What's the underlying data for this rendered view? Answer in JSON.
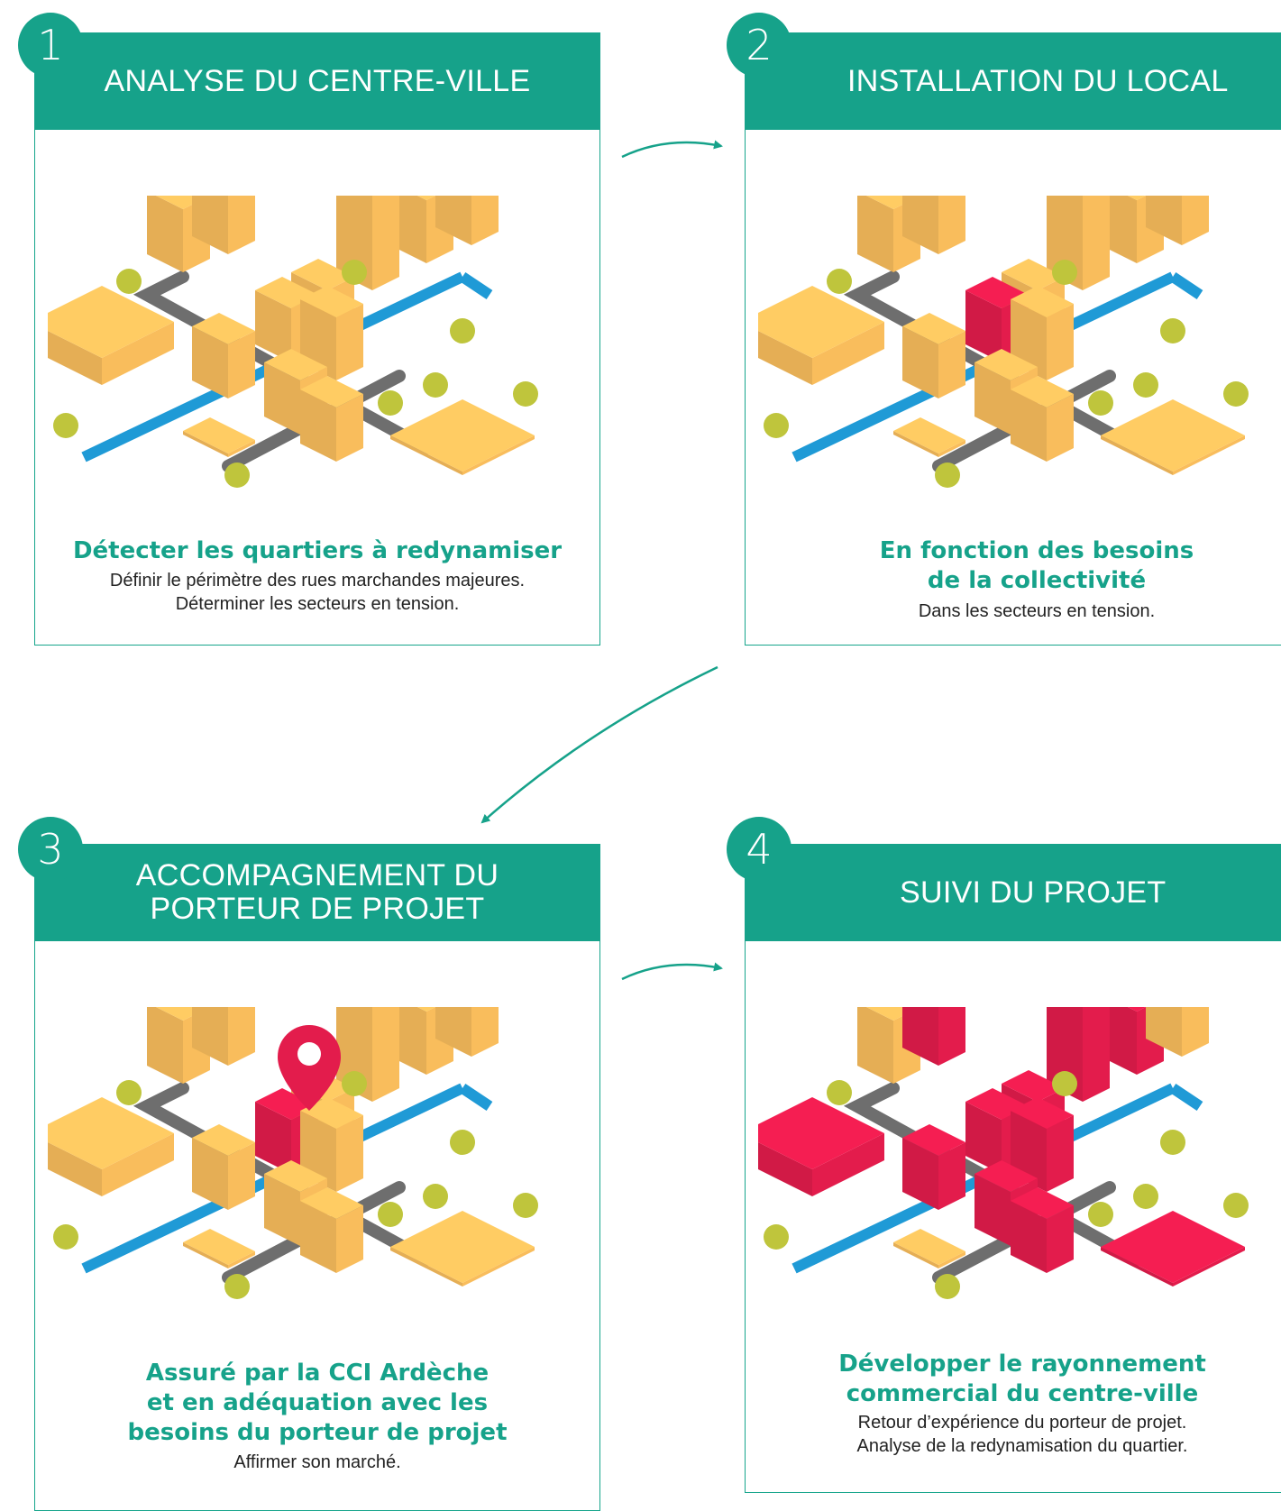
{
  "colors": {
    "teal": "#16a28a",
    "building": "#f9bd5c",
    "highlight": "#e31c4c",
    "road": "#6e6e6e",
    "river": "#1f9ad6",
    "tree": "#bfc53c"
  },
  "steps": [
    {
      "number": "1",
      "title": [
        "ANALYSE DU CENTRE-VILLE"
      ],
      "subtitle": [
        "Détecter les quartiers à redynamiser"
      ],
      "description": [
        "Définir le périmètre des rues marchandes majeures.",
        "Déterminer les secteurs en tension."
      ],
      "highlight": "none",
      "icon": "city-map-icon"
    },
    {
      "number": "2",
      "title": [
        "INSTALLATION DU LOCAL"
      ],
      "subtitle": [
        "En fonction des besoins",
        "de la collectivité"
      ],
      "description": [
        "Dans les secteurs en tension."
      ],
      "highlight": "single-building",
      "icon": "city-map-icon"
    },
    {
      "number": "3",
      "title": [
        "ACCOMPAGNEMENT DU",
        "PORTEUR DE PROJET"
      ],
      "subtitle": [
        "Assuré par la CCI Ardèche",
        "et en adéquation avec les",
        "besoins du porteur de projet"
      ],
      "description": [
        "Affirmer son marché."
      ],
      "highlight": "single-building-with-pin",
      "icon": "city-map-pin-icon"
    },
    {
      "number": "4",
      "title": [
        "SUIVI DU PROJET"
      ],
      "subtitle": [
        "Développer le rayonnement",
        "commercial du centre-ville"
      ],
      "description": [
        "Retour d’expérience du porteur de projet.",
        "Analyse de la redynamisation du quartier."
      ],
      "highlight": "many-buildings",
      "icon": "city-map-icon"
    }
  ]
}
